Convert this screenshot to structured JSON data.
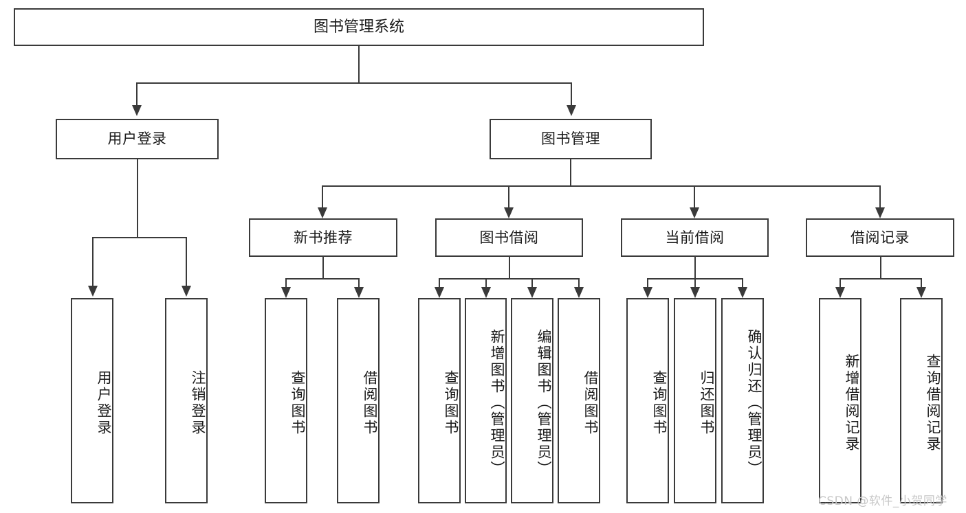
{
  "diagram": {
    "title": "图书管理系统",
    "type": "tree-hierarchy-diagram",
    "colors": {
      "stroke": "#3a3a3a",
      "fill": "#ffffff",
      "text": "#1a1a1a",
      "watermark": "#c7c7c7"
    },
    "root": {
      "label": "图书管理系统"
    },
    "level2": [
      {
        "label": "用户登录"
      },
      {
        "label": "图书管理"
      }
    ],
    "level3": [
      {
        "label": "新书推荐"
      },
      {
        "label": "图书借阅"
      },
      {
        "label": "当前借阅"
      },
      {
        "label": "借阅记录"
      }
    ],
    "leaves": {
      "user_login": [
        {
          "label": "用户登录"
        },
        {
          "label": "注销登录"
        }
      ],
      "new_book": [
        {
          "label": "查询图书"
        },
        {
          "label": "借阅图书"
        }
      ],
      "book_borrow": [
        {
          "label": "查询图书"
        },
        {
          "label": "新增图书（管理员）"
        },
        {
          "label": "编辑图书（管理员）"
        },
        {
          "label": "借阅图书"
        }
      ],
      "current_borrow": [
        {
          "label": "查询图书"
        },
        {
          "label": "归还图书"
        },
        {
          "label": "确认归还（管理员）"
        }
      ],
      "borrow_record": [
        {
          "label": "新增借阅记录"
        },
        {
          "label": "查询借阅记录"
        }
      ]
    }
  },
  "watermark": {
    "text": "CSDN @软件_小贺同学"
  }
}
